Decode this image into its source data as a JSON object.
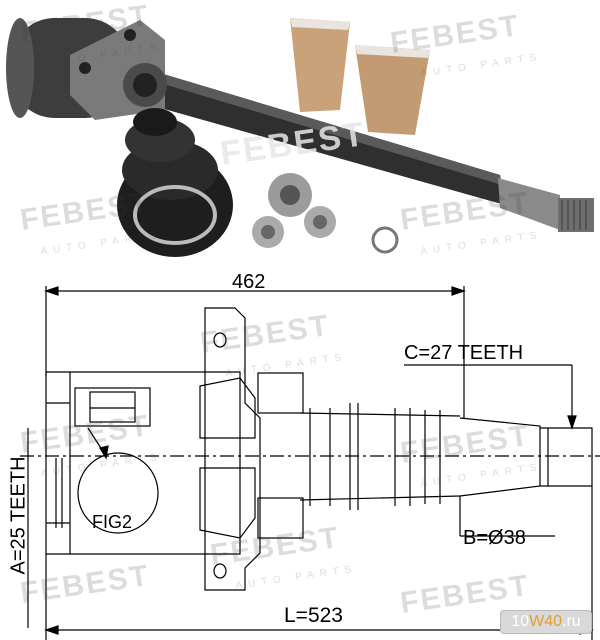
{
  "photo": {
    "alt_parts": [
      "axle-shaft",
      "cv-boot",
      "tripod-joint",
      "grease-sachet",
      "grease-sachet",
      "circlip"
    ]
  },
  "watermark": {
    "brand": "FEBEST",
    "sub": "AUTO PARTS"
  },
  "dimensions": {
    "overall_top": "462",
    "spline_c": "C=27 TEETH",
    "spline_a": "A=25 TEETH",
    "diameter_b": "B=Ø38",
    "overall_length": "L=523",
    "figure_ref": "FIG2"
  },
  "badge": {
    "left": "10",
    "middle": "W40",
    "right": ".ru"
  },
  "colors": {
    "line": "#000000",
    "watermark": "#9a9a9a",
    "shaft": "#3b3b3b",
    "grease": "#c9a27a"
  }
}
